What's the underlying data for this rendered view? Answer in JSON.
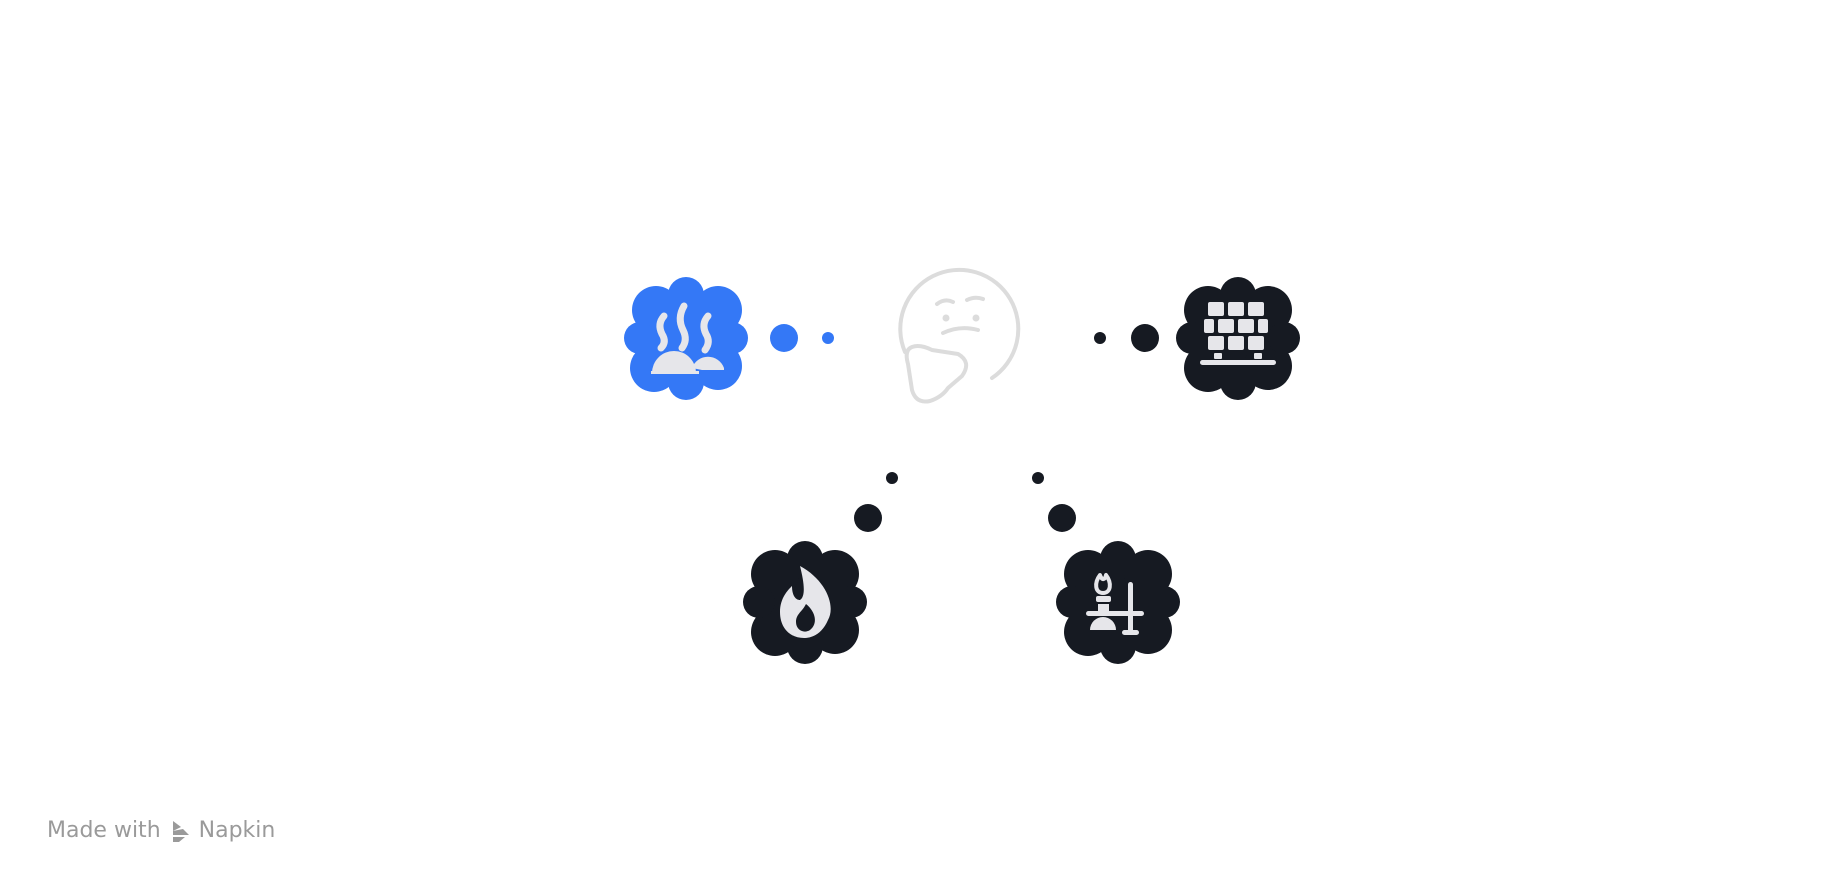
{
  "diagram": {
    "colors": {
      "blue": "#3478f6",
      "dark": "#161a22",
      "glyph": "#e6e6ea",
      "center": "#dcdcdc"
    },
    "nodes": [
      {
        "id": "top-left",
        "icon": "hot-springs-icon",
        "tone": "blue"
      },
      {
        "id": "top-right",
        "icon": "brick-wall-icon",
        "tone": "dark"
      },
      {
        "id": "bottom-left",
        "icon": "flame-icon",
        "tone": "dark"
      },
      {
        "id": "bottom-right",
        "icon": "torch-stand-icon",
        "tone": "dark"
      }
    ],
    "center": {
      "icon": "thinking-face-icon"
    }
  },
  "watermark": {
    "prefix": "Made with",
    "brand": "Napkin",
    "icon": "napkin-logo-icon"
  }
}
